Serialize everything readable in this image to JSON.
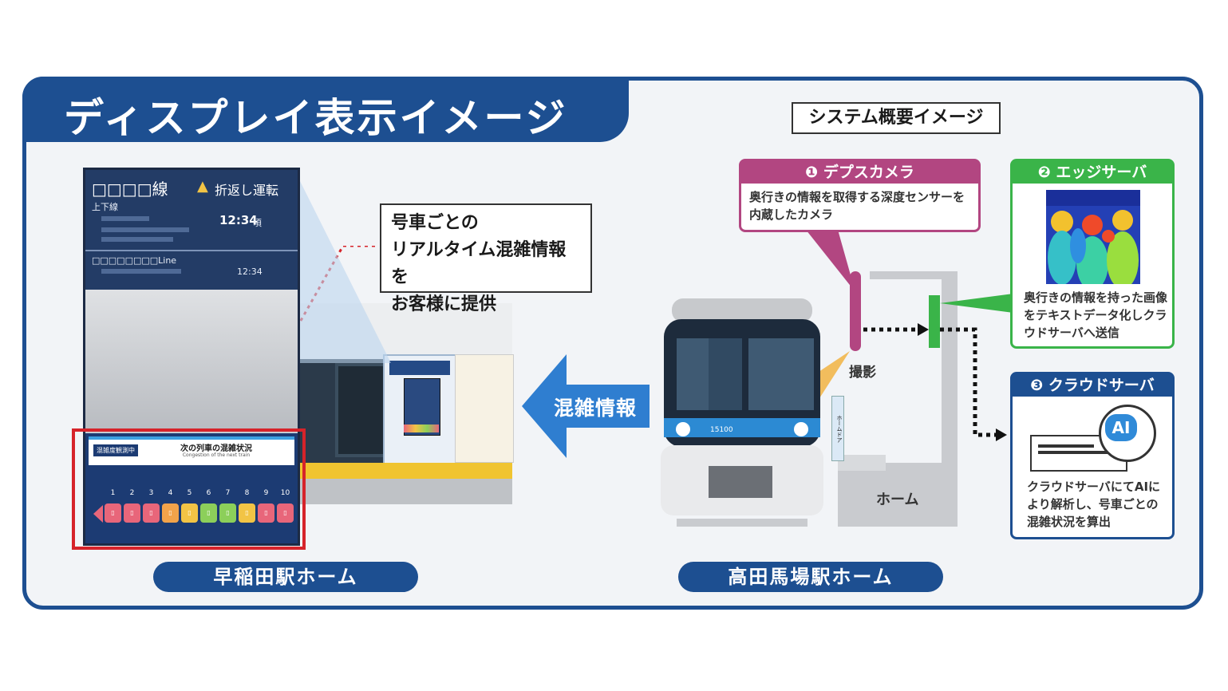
{
  "title": "ディスプレイ表示イメージ",
  "system_overview": "システム概要イメージ",
  "display": {
    "line_name": "□□□□線",
    "alert": "折返し運転",
    "direction": "上下線",
    "time1": "12:34",
    "time1_suffix": "頃",
    "line_label": "□□□□□□□□Line",
    "time2": "12:34",
    "crowd_badge": "混雑度観測中",
    "crowd_title": "次の列車の混雑状況",
    "crowd_subtitle": "Congestion of the next train",
    "car_numbers": [
      "1",
      "2",
      "3",
      "4",
      "5",
      "6",
      "7",
      "8",
      "9",
      "10"
    ],
    "car_colors": [
      "#e8667a",
      "#e8667a",
      "#e8667a",
      "#f2a34a",
      "#f2c445",
      "#8ccf5a",
      "#8ccf5a",
      "#f2c445",
      "#e8667a",
      "#e8667a"
    ]
  },
  "callout": {
    "line1": "号車ごとの",
    "line2": "リアルタイム混雑情報を",
    "line3": "お客様に提供"
  },
  "arrow_label": "混雑情報",
  "depth_camera": {
    "heading": "❶ デプスカメラ",
    "desc": "奥行きの情報を取得する深度センサーを内蔵したカメラ"
  },
  "shoot_label": "撮影",
  "platform_door_label": "ホームドア",
  "platform_label": "ホーム",
  "train_number": "15100",
  "edge_server": {
    "heading": "❷ エッジサーバ",
    "desc": "奥行きの情報を持った画像をテキストデータ化しクラウドサーバへ送信"
  },
  "cloud_server": {
    "heading": "❸ クラウドサーバ",
    "ai_label": "AI",
    "desc": "クラウドサーバにてAIにより解析し、号車ごとの混雑状況を算出"
  },
  "station_left": "早稲田駅ホーム",
  "station_right": "高田馬場駅ホーム"
}
